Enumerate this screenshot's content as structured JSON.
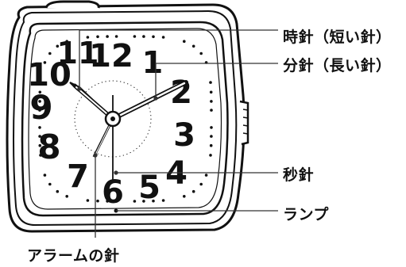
{
  "dial_numbers": [
    "12",
    "1",
    "2",
    "3",
    "4",
    "5",
    "6",
    "7",
    "8",
    "9",
    "10",
    "11"
  ],
  "labels": {
    "hour_hand": "時針（短い針）",
    "minute_hand": "分針（長い針）",
    "second_hand": "秒針",
    "lamp": "ランプ",
    "alarm_hand": "アラームの針"
  },
  "colors": {
    "ink": "#111111",
    "leader": "#333333",
    "face": "#ffffff"
  }
}
